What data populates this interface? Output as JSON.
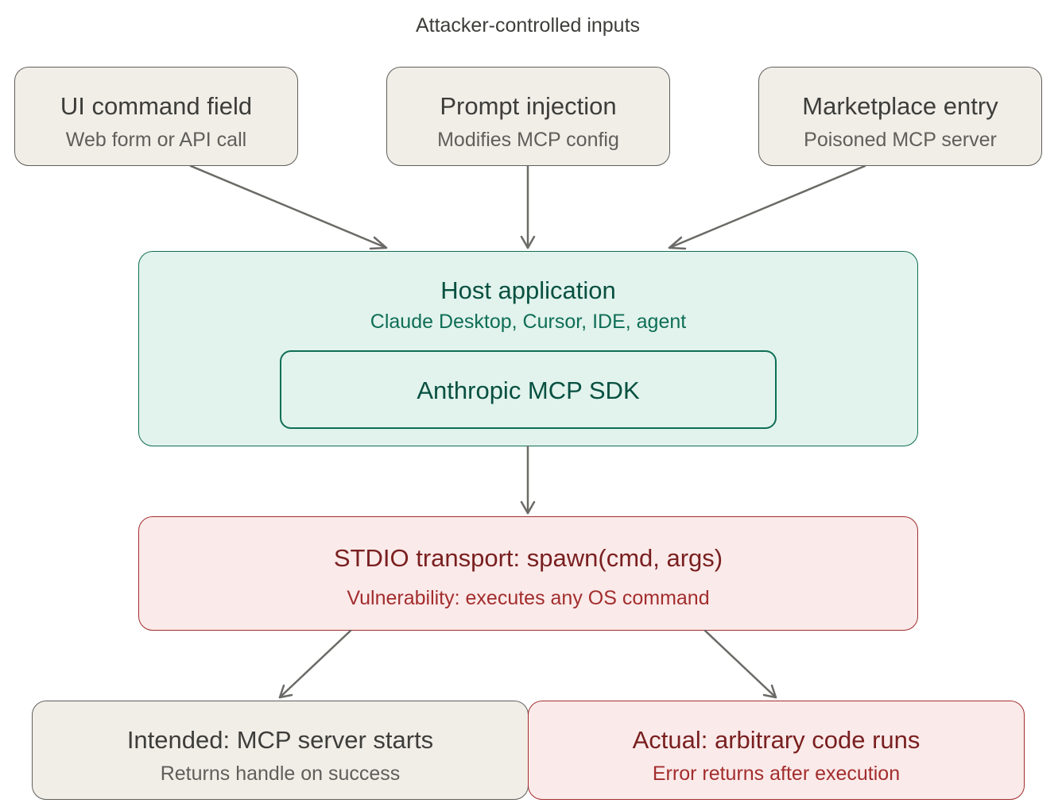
{
  "diagram": {
    "title": "Attacker-controlled inputs",
    "inputs": [
      {
        "title": "UI command field",
        "subtitle": "Web form or API call"
      },
      {
        "title": "Prompt injection",
        "subtitle": "Modifies MCP config"
      },
      {
        "title": "Marketplace entry",
        "subtitle": "Poisoned MCP server"
      }
    ],
    "host": {
      "title": "Host application",
      "subtitle": "Claude Desktop, Cursor, IDE, agent",
      "sdk_label": "Anthropic MCP SDK"
    },
    "transport": {
      "title": "STDIO transport: spawn(cmd, args)",
      "subtitle": "Vulnerability: executes any OS command"
    },
    "outcomes": {
      "intended": {
        "title": "Intended: MCP server starts",
        "subtitle": "Returns handle on success"
      },
      "actual": {
        "title": "Actual: arbitrary code runs",
        "subtitle": "Error returns after execution"
      }
    },
    "colors": {
      "neutral_fill": "#f1eee8",
      "neutral_stroke": "#5f5e5a",
      "host_fill": "#e1f3ec",
      "host_stroke": "#0f6e56",
      "danger_fill": "#fbeaea",
      "danger_stroke": "#a32d2d",
      "arrow": "#6b6a66"
    }
  }
}
